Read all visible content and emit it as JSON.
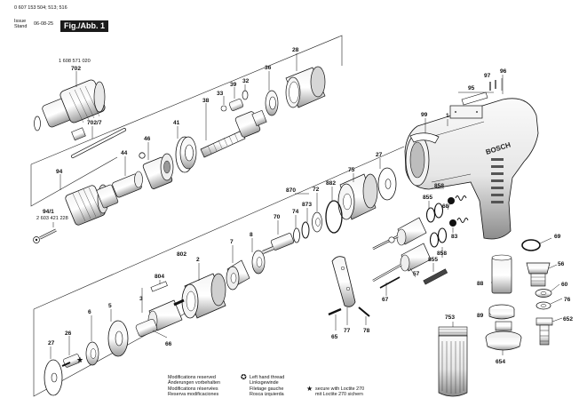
{
  "header": {
    "doc_number": "0 607 153 504; 513; 516",
    "issue_label_en": "Issue",
    "issue_label_de": "Stand",
    "issue_date": "06-08-25",
    "figure_label": "Fig./Abb. 1"
  },
  "notes": {
    "modifications": [
      "Modifications reserved",
      "Änderungen vorbehalten",
      "Modifications réservées",
      "Reserva modificaciones"
    ],
    "left_thread": [
      "Left hand thread",
      "Linksgewinde",
      "Filetage gauche",
      "Rosca izquierda"
    ],
    "loctite": [
      "secure with Loctite 270",
      "mit Loctite 270 sichern"
    ]
  },
  "labels": {
    "chuck_code": "1 608 571 020",
    "chuck_alt_code": "2 603 421 228",
    "brand": "BOSCH",
    "parts": [
      {
        "id": "l702",
        "text": "702"
      },
      {
        "id": "l7027",
        "text": "702/7"
      },
      {
        "id": "l94",
        "text": "94"
      },
      {
        "id": "l941",
        "text": "94/1"
      },
      {
        "id": "l44",
        "text": "44"
      },
      {
        "id": "l46",
        "text": "46"
      },
      {
        "id": "l41",
        "text": "41"
      },
      {
        "id": "l38",
        "text": "38"
      },
      {
        "id": "l33",
        "text": "33"
      },
      {
        "id": "l39",
        "text": "39"
      },
      {
        "id": "l32",
        "text": "32"
      },
      {
        "id": "l36",
        "text": "36"
      },
      {
        "id": "l28",
        "text": "28"
      },
      {
        "id": "l99",
        "text": "99"
      },
      {
        "id": "l1",
        "text": "1"
      },
      {
        "id": "l95",
        "text": "95"
      },
      {
        "id": "l97",
        "text": "97"
      },
      {
        "id": "l96",
        "text": "96"
      },
      {
        "id": "l27a",
        "text": "27"
      },
      {
        "id": "l75",
        "text": "75"
      },
      {
        "id": "l882",
        "text": "882"
      },
      {
        "id": "l72",
        "text": "72"
      },
      {
        "id": "l870",
        "text": "870"
      },
      {
        "id": "l873",
        "text": "873"
      },
      {
        "id": "l74",
        "text": "74"
      },
      {
        "id": "l70",
        "text": "70"
      },
      {
        "id": "l858a",
        "text": "858"
      },
      {
        "id": "l855a",
        "text": "855"
      },
      {
        "id": "l68",
        "text": "68"
      },
      {
        "id": "l83",
        "text": "83"
      },
      {
        "id": "l858b",
        "text": "858"
      },
      {
        "id": "l855b",
        "text": "855"
      },
      {
        "id": "l57",
        "text": "57"
      },
      {
        "id": "l67",
        "text": "67"
      },
      {
        "id": "l69",
        "text": "69"
      },
      {
        "id": "l56",
        "text": "56"
      },
      {
        "id": "l60",
        "text": "60"
      },
      {
        "id": "l76",
        "text": "76"
      },
      {
        "id": "l652",
        "text": "652"
      },
      {
        "id": "l88",
        "text": "88"
      },
      {
        "id": "l89",
        "text": "89"
      },
      {
        "id": "l753",
        "text": "753"
      },
      {
        "id": "l654",
        "text": "654"
      },
      {
        "id": "l802",
        "text": "802"
      },
      {
        "id": "l2",
        "text": "2"
      },
      {
        "id": "l7",
        "text": "7"
      },
      {
        "id": "l8",
        "text": "8"
      },
      {
        "id": "l804",
        "text": "804"
      },
      {
        "id": "l3",
        "text": "3"
      },
      {
        "id": "l5",
        "text": "5"
      },
      {
        "id": "l6",
        "text": "6"
      },
      {
        "id": "l66",
        "text": "66"
      },
      {
        "id": "l27b",
        "text": "27"
      },
      {
        "id": "l26",
        "text": "26"
      },
      {
        "id": "l65",
        "text": "65"
      },
      {
        "id": "l77",
        "text": "77"
      },
      {
        "id": "l78",
        "text": "78"
      }
    ]
  },
  "colors": {
    "line": "#1a1a1a",
    "fill": "#ffffff",
    "shade": "#9a9a9a",
    "dark": "#2a2a2a"
  }
}
